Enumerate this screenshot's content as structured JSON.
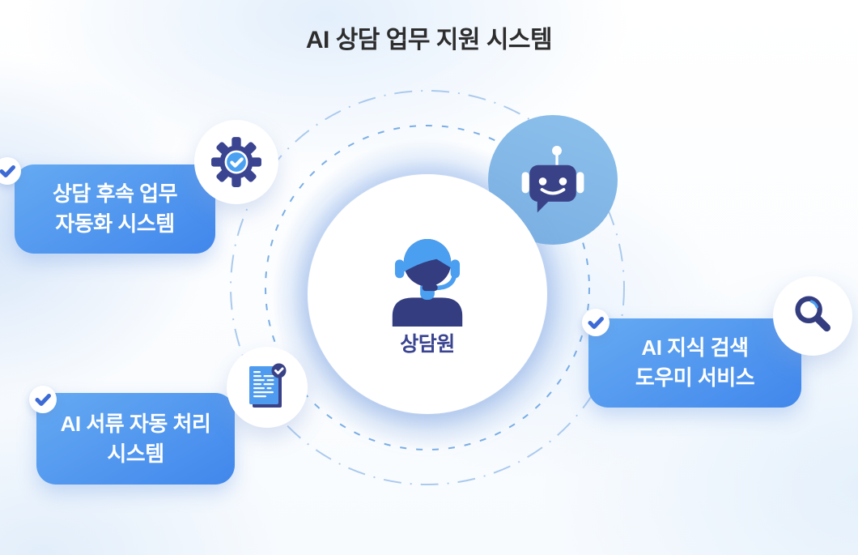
{
  "title": "AI 상담 업무 지원 시스템",
  "center": {
    "label": "상담원",
    "icon": "headset-agent-icon"
  },
  "satellite": {
    "icon": "chatbot-icon"
  },
  "nodes": [
    {
      "id": "followup-automation",
      "lines": [
        "상담 후속 업무",
        "자동화 시스템"
      ],
      "icon": "gear-check-icon",
      "badge_icon": "check-icon"
    },
    {
      "id": "document-processing",
      "lines": [
        "AI 서류 자동 처리",
        "시스템"
      ],
      "icon": "document-check-icon",
      "badge_icon": "check-icon"
    },
    {
      "id": "knowledge-search",
      "lines": [
        "AI 지식 검색",
        "도우미 서비스"
      ],
      "icon": "magnifier-icon",
      "badge_icon": "check-icon"
    }
  ],
  "colors": {
    "navy": "#3A4287",
    "accent_blue": "#4C9FF0",
    "box_gradient_start": "#65AAF2",
    "box_gradient_end": "#4187EC",
    "robot_circle_bg": "#84B8E8",
    "badge_check": "#3D6BD6",
    "ring_inner": "#5B9BE0",
    "ring_outer": "#A7C7EC",
    "title_text": "#2D2D2D",
    "center_label_text": "#3A4490",
    "box_text": "#FFFFFF"
  }
}
